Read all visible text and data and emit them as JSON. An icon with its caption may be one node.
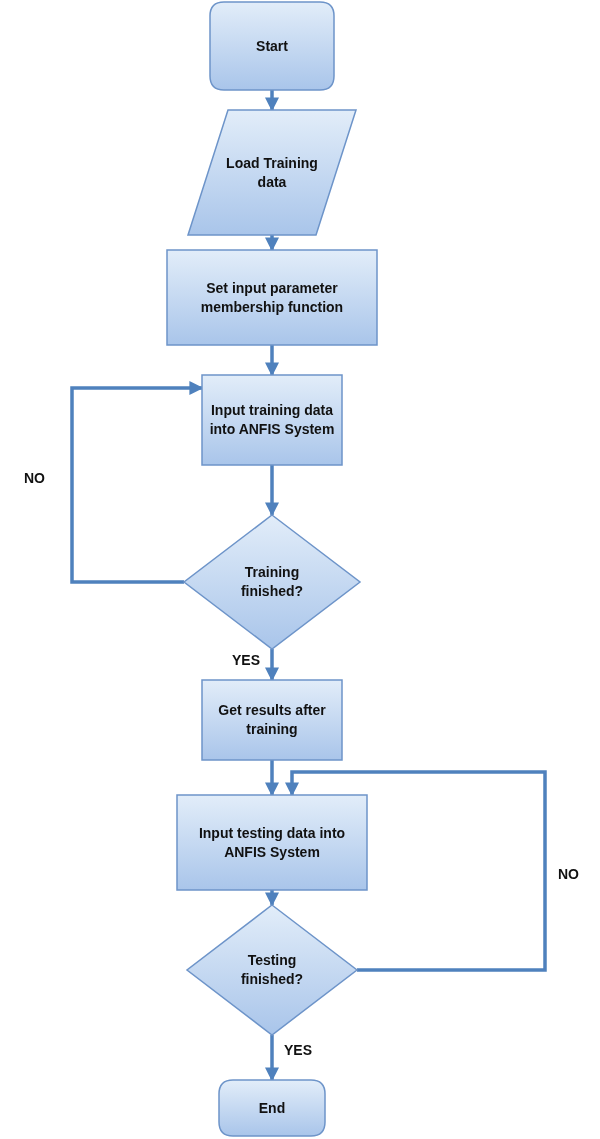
{
  "diagram": {
    "nodes": [
      {
        "text": [
          "Start"
        ]
      },
      {
        "text": [
          "Load Training data"
        ]
      },
      {
        "text": [
          "Set input parameter membership function"
        ]
      },
      {
        "text": [
          "Input training data into ANFIS System"
        ]
      },
      {
        "text": [
          "Training finished?"
        ]
      },
      {
        "text": [
          "Get results after training"
        ]
      },
      {
        "text": [
          "Input testing data into ANFIS System"
        ]
      },
      {
        "text": [
          "Testing finished?"
        ]
      },
      {
        "text": [
          "End"
        ]
      }
    ],
    "edges": [
      {
        "from": 0,
        "to": 1,
        "arrow": "to"
      },
      {
        "from": 1,
        "to": 2,
        "arrow": "to"
      },
      {
        "from": 2,
        "to": 3,
        "arrow": "to"
      },
      {
        "from": 3,
        "to": 4,
        "arrow": "to"
      },
      {
        "from": 4,
        "to": 3,
        "arrow": "to",
        "label": "NO"
      },
      {
        "from": 4,
        "to": 5,
        "arrow": "to",
        "label": "YES"
      },
      {
        "from": 5,
        "to": 6,
        "arrow": "to"
      },
      {
        "from": 6,
        "to": 7,
        "arrow": "to"
      },
      {
        "from": 7,
        "to": 6,
        "arrow": "to",
        "label": "NO"
      },
      {
        "from": 7,
        "to": 8,
        "arrow": "to",
        "label": "YES"
      }
    ]
  }
}
